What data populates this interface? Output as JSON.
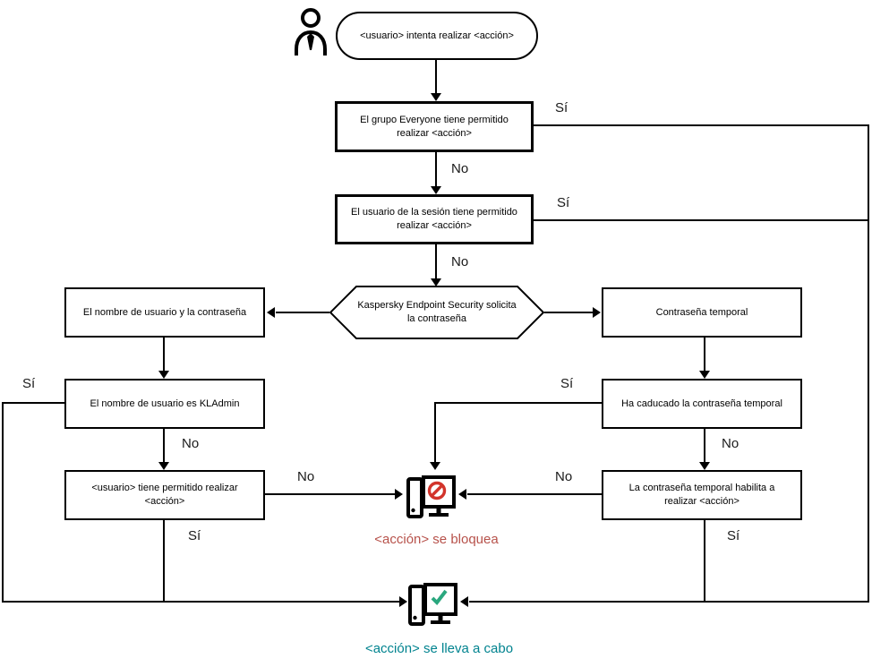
{
  "diagram": {
    "start": {
      "actor_icon": "person-icon",
      "label": "<usuario> intenta realizar <acción>"
    },
    "nodes": {
      "everyone": "El grupo Everyone tiene permitido realizar <acción>",
      "session_user": "El usuario de la sesión tiene permitido realizar <acción>",
      "kes_prompt": "Kaspersky Endpoint Security solicita la contraseña",
      "user_pass": "El nombre de usuario y la contraseña",
      "kladmin": "El nombre de usuario es KLAdmin",
      "user_allowed": "<usuario> tiene permitido realizar <acción>",
      "temp_pass": "Contraseña temporal",
      "temp_expired": "Ha caducado la contraseña temporal",
      "temp_allows": "La contraseña temporal habilita a realizar <acción>"
    },
    "labels": {
      "yes": "Sí",
      "no": "No"
    },
    "outcomes": {
      "blocked": "<acción> se bloquea",
      "performed": "<acción> se lleva a cabo"
    },
    "icons": {
      "actor": "person-icon",
      "blocked": "pc-blocked-icon",
      "performed": "pc-check-icon"
    },
    "colors": {
      "line": "#000000",
      "blocked_text": "#b7524b",
      "deny_sign": "#d2342b",
      "performed_text": "#00838f",
      "check": "#2aa77e"
    }
  }
}
